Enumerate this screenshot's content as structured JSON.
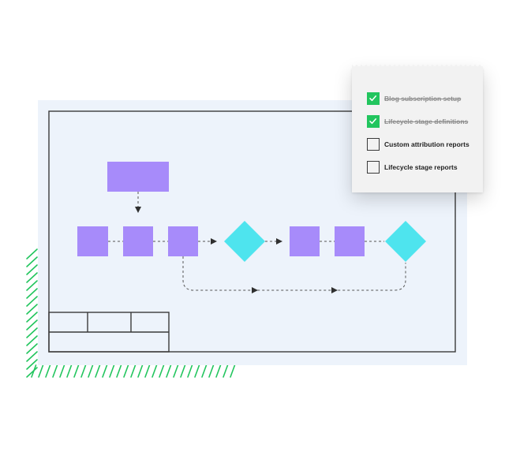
{
  "checklist": {
    "items": [
      {
        "label": "Blog subscription setup",
        "checked": true
      },
      {
        "label": "Lifecycle stage definitions",
        "checked": true
      },
      {
        "label": "Custom attribution reports",
        "checked": false
      },
      {
        "label": "Lifecycle stage reports",
        "checked": false
      }
    ]
  },
  "colors": {
    "process_node": "#a78bfa",
    "decision_node": "#4ee4ee",
    "panel_background": "#edf3fb",
    "hatch": "#22c55e",
    "checkbox_checked": "#22c55e",
    "frame_stroke": "#3a3a3a"
  },
  "icons": [
    "check-icon",
    "arrowhead-icon"
  ]
}
